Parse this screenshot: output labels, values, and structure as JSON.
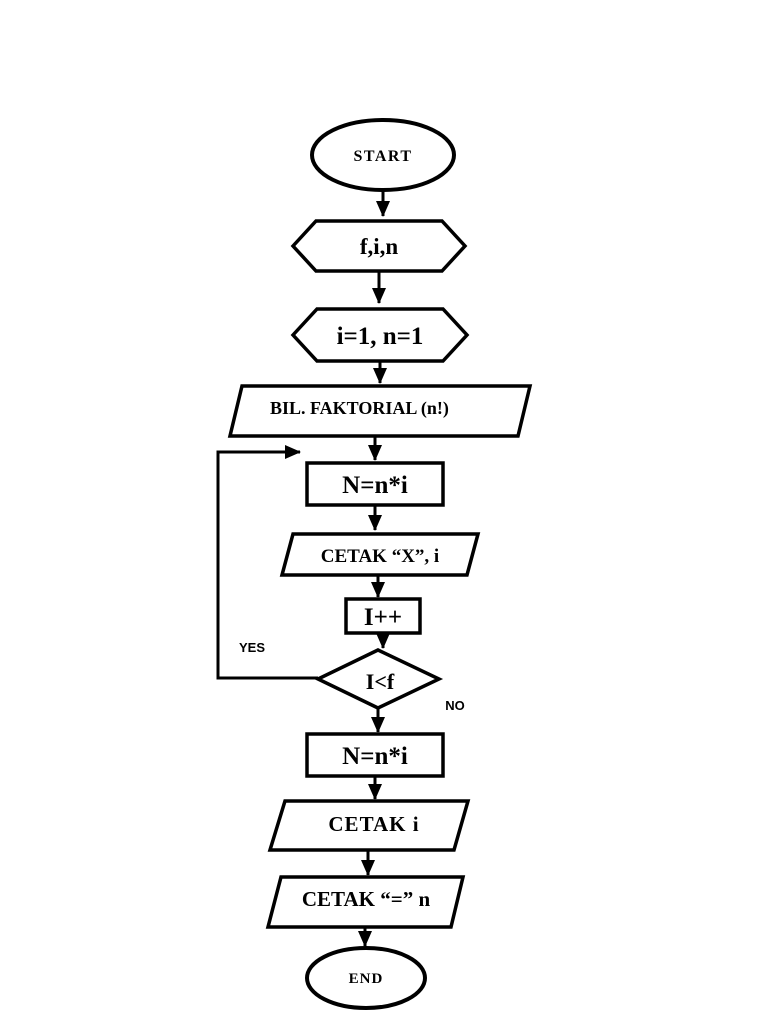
{
  "page": {
    "background_color": "#ffffff"
  },
  "flowchart": {
    "stroke_color": "#000000",
    "fill_color": "#ffffff",
    "nodes": {
      "start": {
        "type": "terminator",
        "label": "START"
      },
      "declare": {
        "type": "preparation",
        "label": "f,i,n"
      },
      "init": {
        "type": "preparation",
        "label": "i=1, n=1"
      },
      "factorial": {
        "type": "input-output",
        "label": "BIL. FAKTORIAL (n!)"
      },
      "multiply": {
        "type": "process",
        "label": "N=n*i"
      },
      "print_x": {
        "type": "input-output",
        "label": "CETAK “X”, i"
      },
      "increment": {
        "type": "process",
        "label": "I++"
      },
      "decision": {
        "type": "decision",
        "label": "I<f"
      },
      "multiply2": {
        "type": "process",
        "label": "N=n*i"
      },
      "print_i": {
        "type": "input-output",
        "label": "CETAK i"
      },
      "print_eq": {
        "type": "input-output",
        "label": "CETAK “=” n"
      },
      "end": {
        "type": "terminator",
        "label": "END"
      }
    },
    "edge_labels": {
      "yes": "YES",
      "no": "NO"
    }
  }
}
